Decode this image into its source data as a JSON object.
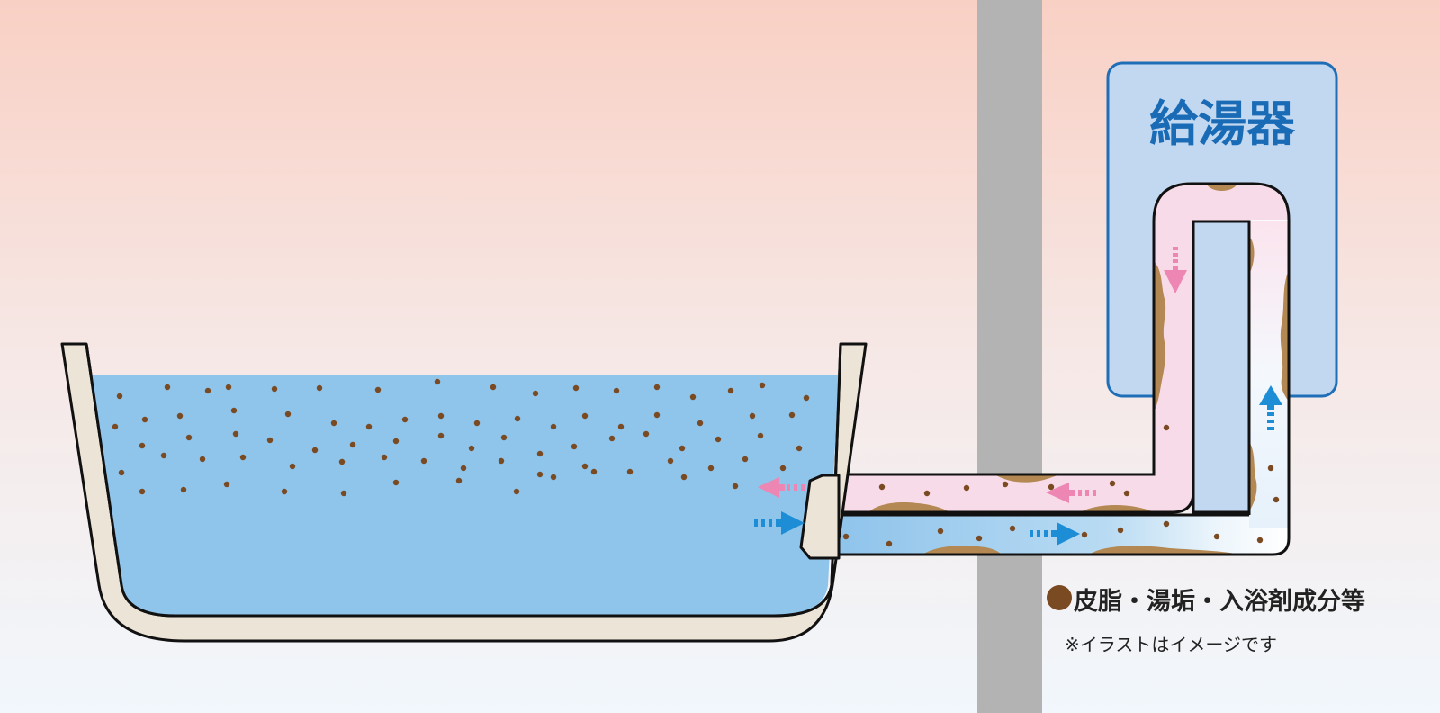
{
  "heater": {
    "label": "給湯器"
  },
  "legend": {
    "dot_label": "皮脂・湯垢・入浴剤成分等"
  },
  "note": {
    "text": "※イラストはイメージです"
  },
  "colors": {
    "background_top": "#f9d0c4",
    "background_bottom": "#f1f7fc",
    "wall": "#b3b3b3",
    "tub_shell": "#ece4d6",
    "water": "#8fc4eb",
    "heater_body": "#c2d8f1",
    "heater_border": "#1f6fb8",
    "heater_text": "#1a6bb6",
    "hot_pipe": "#f8dbe8",
    "cold_pipe": "#a9d1f0",
    "dirt_particle": "#7a4a22",
    "scale_deposit": "#b38852",
    "hot_arrow": "#ee86b3",
    "cold_arrow": "#1d8ed6"
  }
}
